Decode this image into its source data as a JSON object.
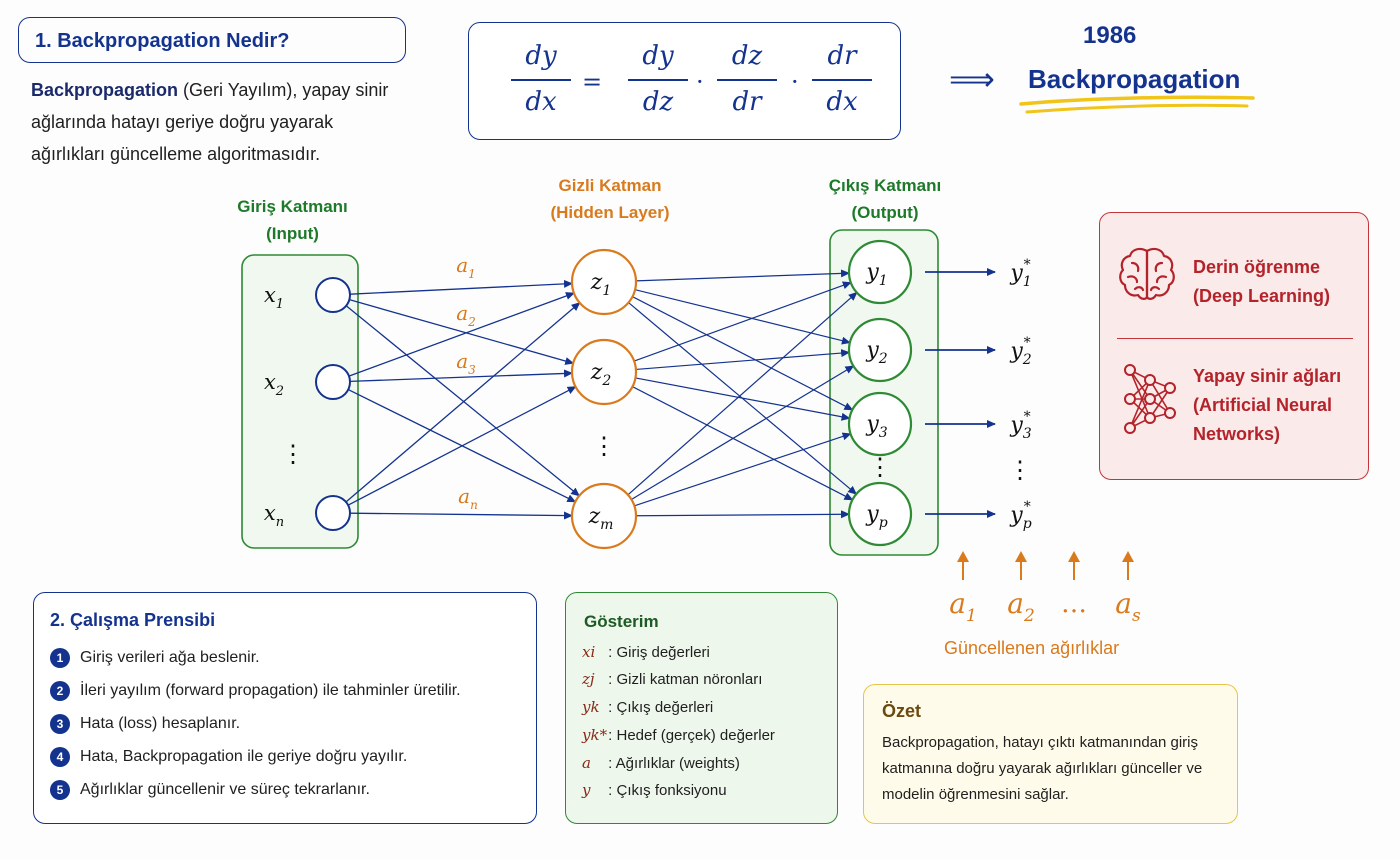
{
  "section1": {
    "title": "1. Backpropagation Nedir?",
    "intro_bold": "Backpropagation",
    "intro_rest": " (Geri Yayılım), yapay sinir ağlarında hatayı geriye doğru yayarak ağırlıkları güncelleme algoritmasıdır."
  },
  "formula": {
    "lhs_num": "dy",
    "lhs_den": "dx",
    "equals": "=",
    "f1_num": "dy",
    "f1_den": "dz",
    "f2_num": "dz",
    "f2_den": "dr",
    "f3_num": "dr",
    "f3_den": "dx",
    "dot": "·"
  },
  "history": {
    "arrow": "⟹",
    "year": "1986",
    "name": "Backpropagation"
  },
  "layers": {
    "input_label_1": "Giriş Katmanı",
    "input_label_2": "(Input)",
    "hidden_label_1": "Gizli Katman",
    "hidden_label_2": "(Hidden Layer)",
    "output_label_1": "Çıkış Katmanı",
    "output_label_2": "(Output)"
  },
  "network": {
    "inputs": [
      "x1",
      "x2",
      "xn"
    ],
    "hidden": [
      "z1",
      "z2",
      "zm"
    ],
    "outputs": [
      "y1",
      "y2",
      "y3",
      "yp"
    ],
    "targets": [
      "y1*",
      "y2*",
      "y3*",
      "yp*"
    ],
    "weights": [
      "a1",
      "a2",
      "a3",
      "an"
    ],
    "ellipsis": "⋮"
  },
  "side_panel": {
    "deep_learning_1": "Derin öğrenme",
    "deep_learning_2": "(Deep Learning)",
    "ann_1": "Yapay sinir ağları",
    "ann_2": "(Artificial Neural",
    "ann_3": "Networks)",
    "brain_icon": "brain-icon",
    "network_icon": "neural-network-icon"
  },
  "updated_weights": {
    "labels": [
      "a1",
      "a2",
      "…",
      "as"
    ],
    "caption": "Güncellenen ağırlıklar"
  },
  "section2": {
    "title": "2. Çalışma Prensibi",
    "steps": [
      {
        "num": "1",
        "text": "Giriş verileri ağa beslenir."
      },
      {
        "num": "2",
        "text": "İleri yayılım (forward propagation) ile tahminler üretilir."
      },
      {
        "num": "3",
        "text": "Hata (loss) hesaplanır."
      },
      {
        "num": "4",
        "text": "Hata, Backpropagation ile geriye doğru yayılır."
      },
      {
        "num": "5",
        "text": "Ağırlıklar güncellenir ve süreç tekrarlanır."
      }
    ]
  },
  "notation": {
    "title": "Gösterim",
    "rows": [
      {
        "sym": "xi",
        "desc": ": Giriş değerleri"
      },
      {
        "sym": "zj",
        "desc": ": Gizli katman nöronları"
      },
      {
        "sym": "yk",
        "desc": ": Çıkış değerleri"
      },
      {
        "sym": "yk*",
        "desc": ": Hedef (gerçek) değerler"
      },
      {
        "sym": "a",
        "desc": ": Ağırlıklar (weights)"
      },
      {
        "sym": "y",
        "desc": ": Çıkış fonksiyonu"
      }
    ]
  },
  "summary": {
    "title": "Özet",
    "text": "Backpropagation, hatayı çıktı katmanından giriş katmanına doğru yayarak ağırlıkları günceller ve modelin öğrenmesini sağlar."
  },
  "colors": {
    "navy": "#14338f",
    "orange": "#d97a1c",
    "green": "#2e8a34",
    "red": "#b3232a"
  }
}
